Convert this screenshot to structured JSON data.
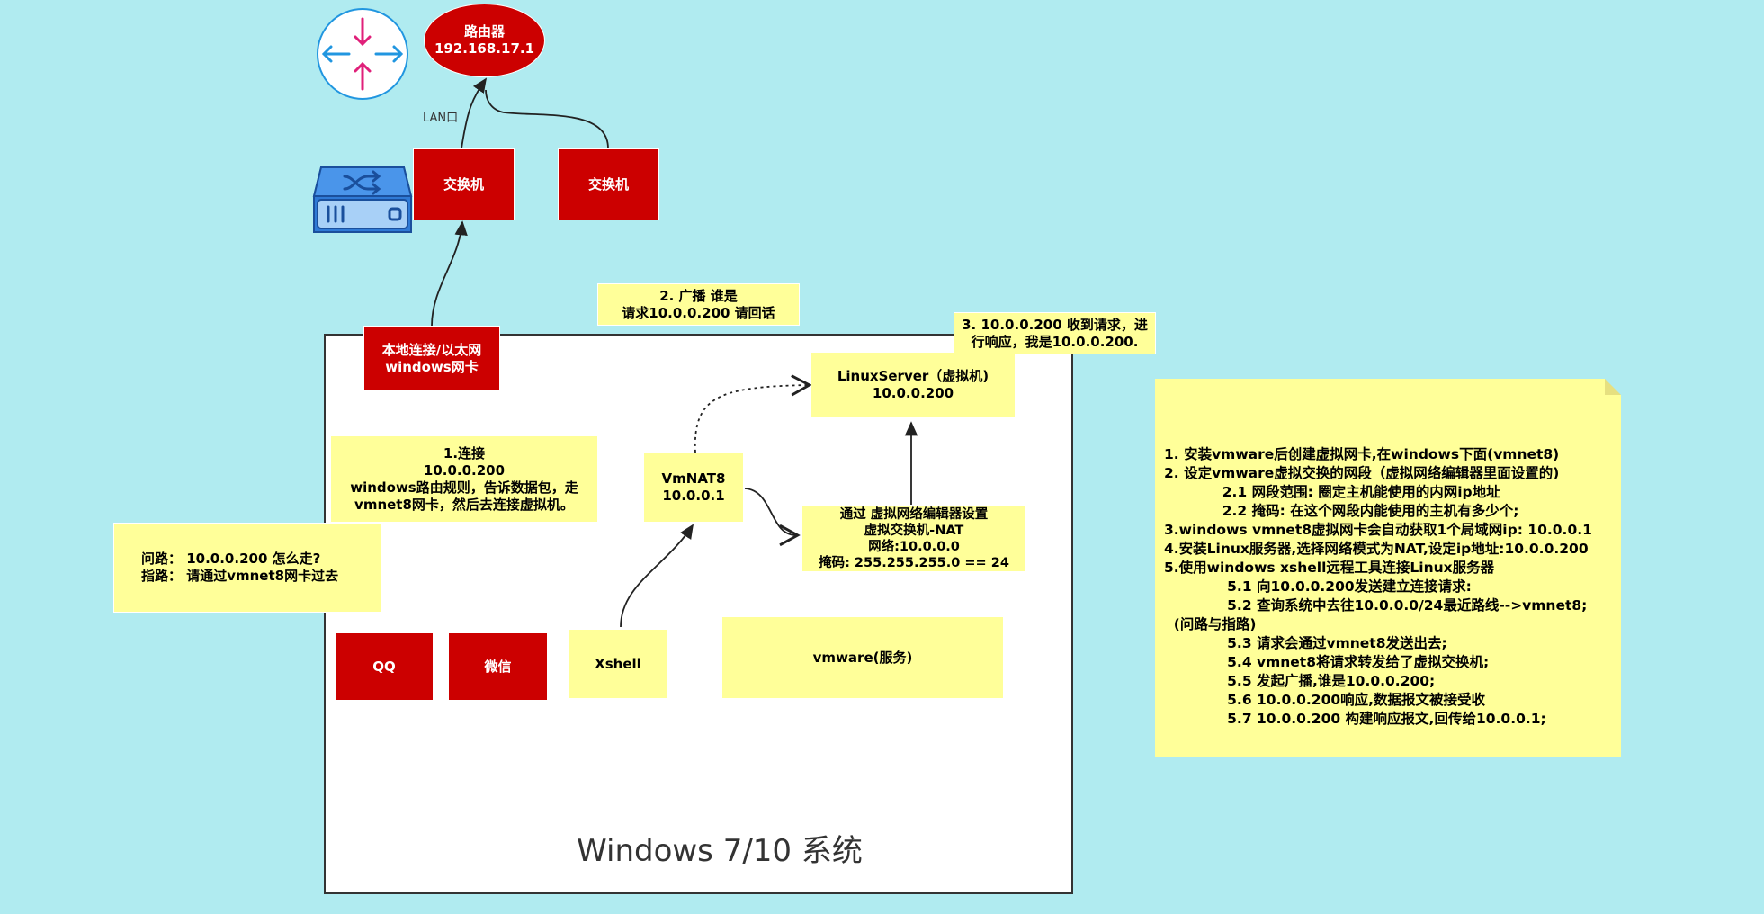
{
  "router": {
    "line1": "路由器",
    "line2": "192.168.17.1"
  },
  "lan_label": "LAN口",
  "switch_left": "交换机",
  "switch_right": "交换机",
  "nic": {
    "line1": "本地连接/以太网",
    "line2": "windows网卡"
  },
  "broadcast": "2. 广播 谁是\n请求10.0.0.200 请回话",
  "response": "3. 10.0.0.200 收到请求，进\n行响应，我是10.0.0.200.",
  "linux_server": "LinuxServer（虚拟机)\n10.0.0.200",
  "vmnat8": "VmNAT8\n10.0.0.1",
  "connect_note": "1.连接\n10.0.0.200\nwindows路由规则，告诉数据包，走\nvmnet8网卡，然后去连接虚拟机。",
  "route_query": "问路：  10.0.0.200 怎么走?\n指路：    请通过vmnet8网卡过去",
  "virtual_switch": "通过 虚拟网络编辑器设置\n虚拟交换机-NAT\n网络:10.0.0.0\n掩码: 255.255.255.0    == 24",
  "apps": {
    "qq": "QQ",
    "wechat": "微信",
    "xshell": "Xshell",
    "vmware": "vmware(服务)"
  },
  "windows_title": "Windows 7/10 系统",
  "steps": [
    "1. 安装vmware后创建虚拟网卡,在windows下面(vmnet8)",
    "2. 设定vmware虚拟交换的网段（虚拟网络编辑器里面设置的)",
    "            2.1 网段范围: 圈定主机能使用的内网ip地址",
    "            2.2 掩码: 在这个网段内能使用的主机有多少个;",
    "3.windows vmnet8虚拟网卡会自动获取1个局域网ip: 10.0.0.1",
    "4.安装Linux服务器,选择网络模式为NAT,设定ip地址:10.0.0.200",
    "5.使用windows xshell远程工具连接Linux服务器",
    "             5.1 向10.0.0.200发送建立连接请求:",
    "             5.2 查询系统中去往10.0.0.0/24最近路线-->vmnet8;",
    "  (问路与指路)",
    "             5.3 请求会通过vmnet8发送出去;",
    "             5.4 vmnet8将请求转发给了虚拟交换机;",
    "             5.5 发起广播,谁是10.0.0.200;",
    "             5.6 10.0.0.200响应,数据报文被接受收",
    "             5.7 10.0.0.200 构建响应报文,回传给10.0.0.1;"
  ],
  "icons": [
    "router-icon",
    "switch-device-icon"
  ]
}
